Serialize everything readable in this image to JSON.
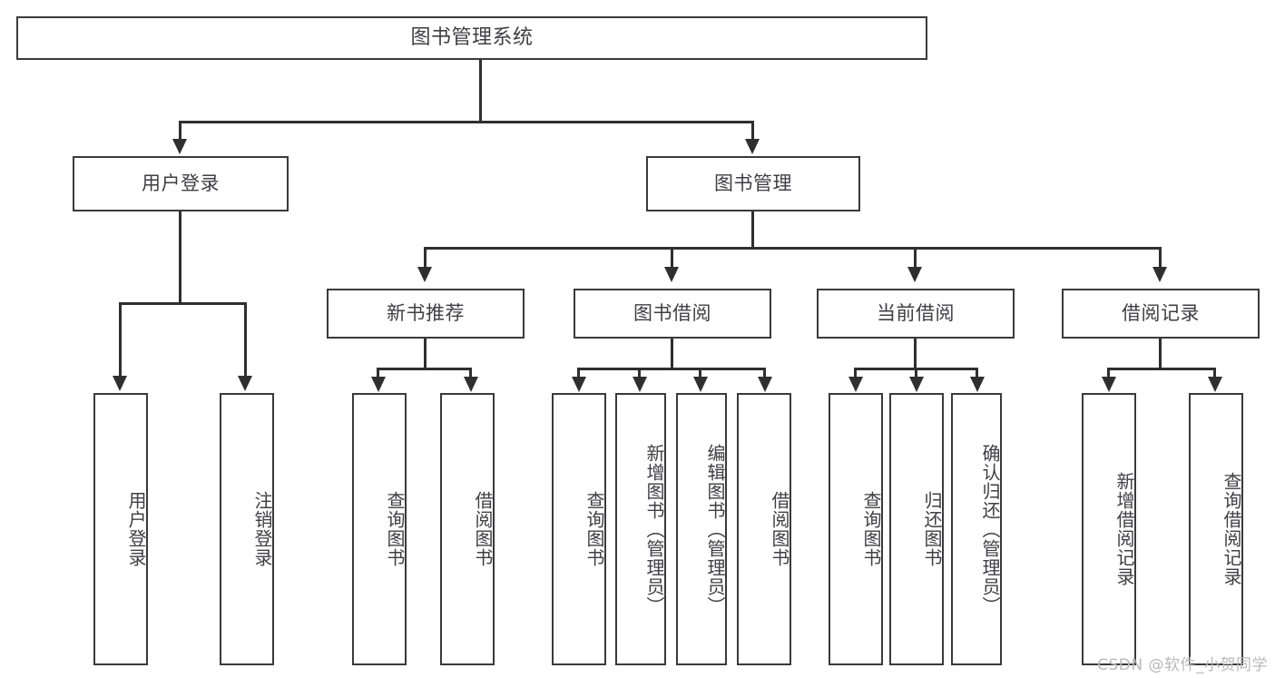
{
  "diagram": {
    "type": "tree-hierarchy-chart",
    "title": "图书管理系统",
    "orientation": "top-down",
    "colors": {
      "box_border": "#3a3a3a",
      "box_fill": "#ffffff",
      "text": "#3f3f44",
      "connector": "#2f2f2f",
      "watermark": "#b9b9b9"
    },
    "watermark": "CSDN @软件_小贺同学"
  },
  "nodes": {
    "root": {
      "label": "图书管理系统",
      "level": 1
    },
    "level2": [
      {
        "id": "user-login",
        "label": "用户登录"
      },
      {
        "id": "book-manage",
        "label": "图书管理"
      }
    ],
    "level3": [
      {
        "id": "new-book-recommend",
        "label": "新书推荐"
      },
      {
        "id": "book-borrow",
        "label": "图书借阅"
      },
      {
        "id": "current-borrow",
        "label": "当前借阅"
      },
      {
        "id": "borrow-record",
        "label": "借阅记录"
      }
    ],
    "leaves": {
      "user_login": [
        {
          "id": "leaf-user-login",
          "label": "用户登录"
        },
        {
          "id": "leaf-logout-login",
          "label": "注销登录"
        }
      ],
      "new_book_recommend": [
        {
          "id": "leaf-query-book-1",
          "label": "查询图书"
        },
        {
          "id": "leaf-borrow-book-1",
          "label": "借阅图书"
        }
      ],
      "book_borrow": [
        {
          "id": "leaf-query-book-2",
          "label": "查询图书"
        },
        {
          "id": "leaf-add-book",
          "label": "新增图书（管理员）"
        },
        {
          "id": "leaf-edit-book",
          "label": "编辑图书（管理员）"
        },
        {
          "id": "leaf-borrow-book-2",
          "label": "借阅图书"
        }
      ],
      "current_borrow": [
        {
          "id": "leaf-query-book-3",
          "label": "查询图书"
        },
        {
          "id": "leaf-return-book",
          "label": "归还图书"
        },
        {
          "id": "leaf-confirm-return",
          "label": "确认归还（管理员）"
        }
      ],
      "borrow_record": [
        {
          "id": "leaf-add-record",
          "label": "新增借阅记录"
        },
        {
          "id": "leaf-query-record",
          "label": "查询借阅记录"
        }
      ]
    }
  }
}
